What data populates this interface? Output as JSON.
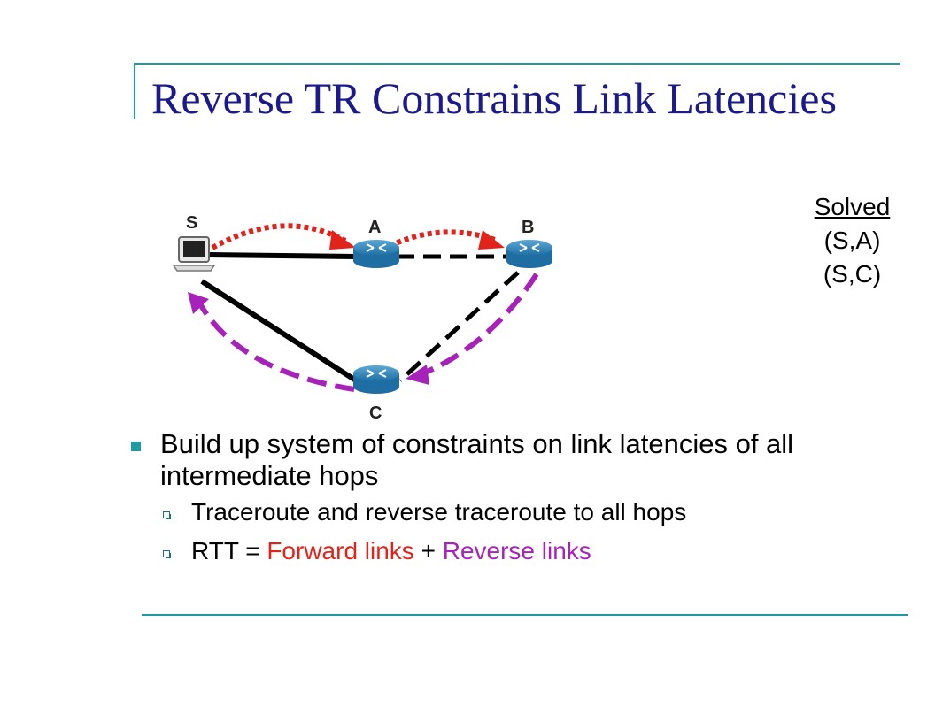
{
  "slide": {
    "title": "Reverse TR Constrains Link Latencies"
  },
  "diagram": {
    "nodes": {
      "S": "S",
      "A": "A",
      "B": "B",
      "C": "C"
    },
    "colors": {
      "forward": "#e2231a",
      "reverse": "#a622b9",
      "link": "#000000",
      "router": "#2a7fb5"
    }
  },
  "solved": {
    "heading": "Solved",
    "items": [
      "(S,A)",
      "(S,C)"
    ]
  },
  "bullets": {
    "main": "Build up system of constraints on link latencies of all intermediate hops",
    "sub1": "Traceroute and reverse traceroute to all hops",
    "sub2_prefix": "RTT = ",
    "sub2_forward": "Forward links",
    "sub2_plus": " + ",
    "sub2_reverse": "Reverse links"
  }
}
